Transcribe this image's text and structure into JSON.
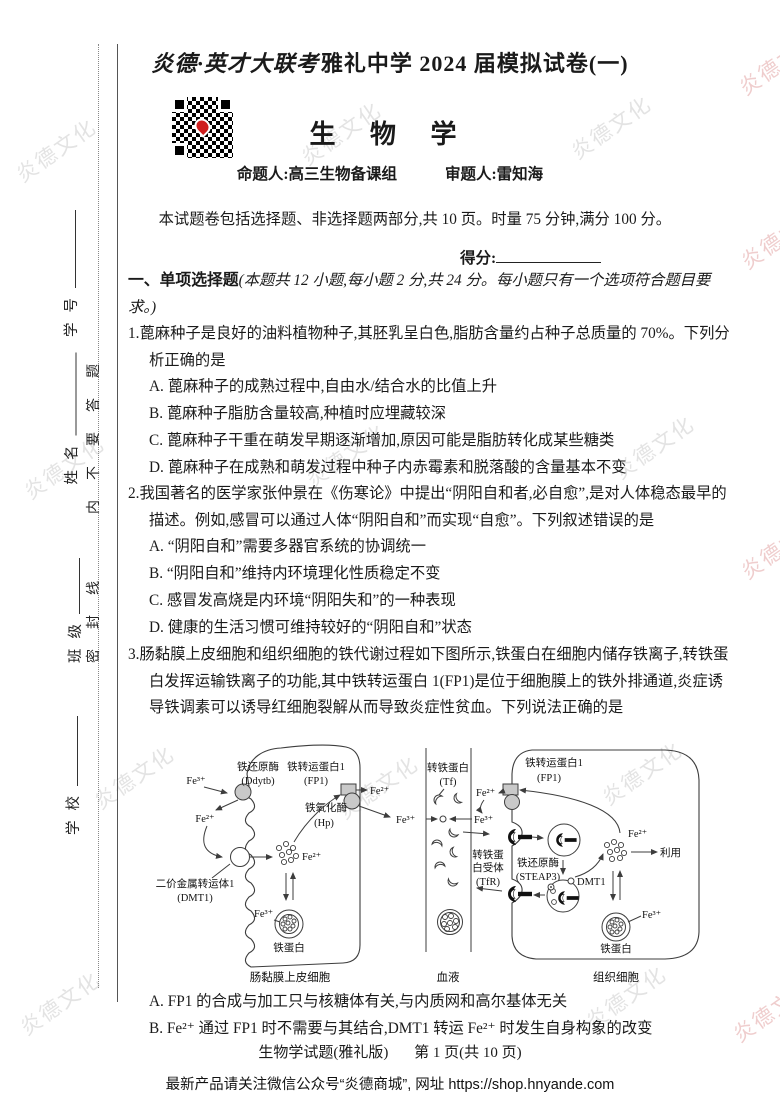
{
  "watermark": {
    "text": "炎德文化"
  },
  "header": {
    "brand": "炎德·英才大联考",
    "exam": "雅礼中学 2024 届模拟试卷(一)",
    "subject": "生 物 学",
    "setter": "命题人:高三生物备课组",
    "reviewer": "审题人:雷知海"
  },
  "intro": {
    "text": "本试题卷包括选择题、非选择题两部分,共 10 页。时量 75 分钟,满分 100 分。",
    "score_label": "得分:"
  },
  "section": {
    "title": "一、单项选择题",
    "note": "(本题共 12 小题,每小题 2 分,共 24 分。每小题只有一个选项符合题目要求。)"
  },
  "questions": [
    {
      "number": "1.",
      "stem": "蓖麻种子是良好的油料植物种子,其胚乳呈白色,脂肪含量约占种子总质量的 70%。下列分析正确的是",
      "options": [
        "A. 蓖麻种子的成熟过程中,自由水/结合水的比值上升",
        "B. 蓖麻种子脂肪含量较高,种植时应埋藏较深",
        "C. 蓖麻种子干重在萌发早期逐渐增加,原因可能是脂肪转化成某些糖类",
        "D. 蓖麻种子在成熟和萌发过程中种子内赤霉素和脱落酸的含量基本不变"
      ]
    },
    {
      "number": "2.",
      "stem": "我国著名的医学家张仲景在《伤寒论》中提出“阴阳自和者,必自愈”,是对人体稳态最早的描述。例如,感冒可以通过人体“阴阳自和”而实现“自愈”。下列叙述错误的是",
      "options": [
        "A. “阴阳自和”需要多器官系统的协调统一",
        "B. “阴阳自和”维持内环境理化性质稳定不变",
        "C. 感冒发高烧是内环境“阴阳失和”的一种表现",
        "D. 健康的生活习惯可维持较好的“阴阳自和”状态"
      ]
    },
    {
      "number": "3.",
      "stem": "肠黏膜上皮细胞和组织细胞的铁代谢过程如下图所示,铁蛋白在细胞内储存铁离子,转铁蛋白发挥运输铁离子的功能,其中铁转运蛋白 1(FP1)是位于细胞膜上的铁外排通道,炎症诱导铁调素可以诱导红细胞裂解从而导致炎症性贫血。下列说法正确的是",
      "options": [
        "A. FP1 的合成与加工只与核糖体有关,与内质网和高尔基体无关",
        "B. Fe²⁺ 通过 FP1 时不需要与其结合,DMT1 转运 Fe²⁺ 时发生自身构象的改变"
      ]
    }
  ],
  "diagram": {
    "left_cell": {
      "label": "肠黏膜上皮细胞",
      "reductase": "铁还原酶",
      "reductase_sub": "(Ddytb)",
      "transporter": "铁转运蛋白1",
      "transporter_sub": "(FP1)",
      "oxidase": "铁氧化酶",
      "oxidase_sub": "(Hp)",
      "metal_transporter": "二价金属转运体1",
      "metal_transporter_sub": "(DMT1)",
      "fe3_lumen": "Fe³⁺",
      "fe2_lumen": "Fe²⁺",
      "fe2_pool": "Fe²⁺",
      "fe2_exported": "Fe²⁺",
      "fe3_exported": "Fe³⁺",
      "fe3_ferritin": "Fe³⁺",
      "ferritin": "铁蛋白"
    },
    "blood": {
      "label": "血液",
      "transferrin": "转铁蛋白",
      "transferrin_sub": "(Tf)",
      "receptor_1": "转铁蛋",
      "receptor_2": "白受体",
      "receptor_3": "(TfR)"
    },
    "right_cell": {
      "label": "组织细胞",
      "transporter": "铁转运蛋白1",
      "transporter_sub": "(FP1)",
      "fe2_out": "Fe²⁺",
      "fe3_out": "Fe³⁺",
      "reductase": "铁还原酶",
      "reductase_sub": "(STEAP3)",
      "dmt1": "DMT1",
      "fe2_pool": "Fe²⁺",
      "use": "利用",
      "fe3_ferritin": "Fe³⁺",
      "ferritin": "铁蛋白"
    }
  },
  "margin": {
    "fields": [
      {
        "label": "学号"
      },
      {
        "label": "姓名"
      },
      {
        "label": "班级"
      },
      {
        "label": "学校"
      }
    ],
    "seal_group_1": "密封线",
    "seal_group_2": "内不要答题"
  },
  "footer": {
    "left": "生物学试题(雅礼版)",
    "right": "第 1 页(共 10 页)"
  },
  "note": {
    "text": "最新产品请关注微信公众号“炎德商城”, 网址 https://shop.hnyande.com"
  }
}
